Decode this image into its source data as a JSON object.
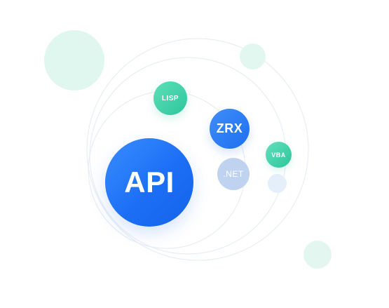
{
  "bubbles": {
    "api": "API",
    "zrx": "ZRX",
    "lisp": "LISP",
    "vba": "VBA",
    "net": ".NET"
  },
  "colors": {
    "primary_blue": "#1c6ff5",
    "accent_green": "#2cc59b",
    "muted_blue": "#bfd3f0",
    "pale_green": "#dff7ef",
    "pale_blue": "#e4effa",
    "orbit_line": "#e6ebf2"
  }
}
